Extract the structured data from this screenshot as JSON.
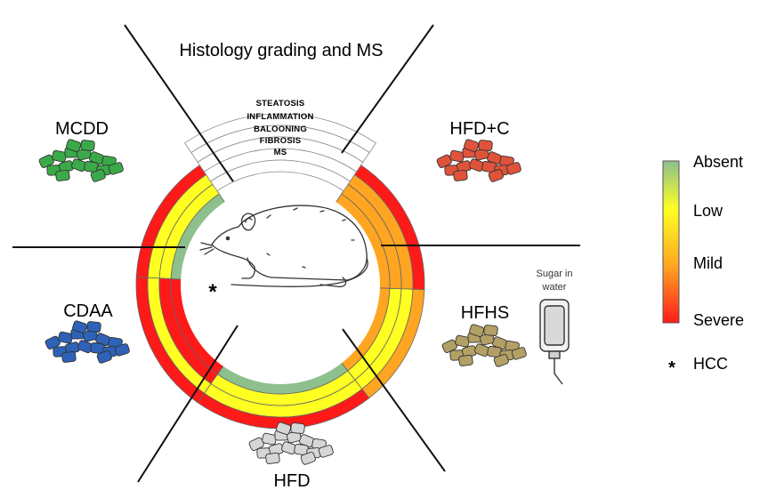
{
  "title": "Histology grading and MS",
  "ring_labels": [
    "STEATOSIS",
    "INFLAMMATION",
    "BALOONING",
    "FIBROSIS",
    "MS"
  ],
  "levels": {
    "Absent": "#8dc08d",
    "Low": "#ffff22",
    "Mild": "#ffa522",
    "Severe": "#ff1a1a"
  },
  "ring_palette": [
    "#ff1a1a",
    "#ffff22",
    "#ffa522",
    "#8dc08d"
  ],
  "models": [
    {
      "name": "MCDD",
      "pellet_color": "#3aaa48",
      "rings": [
        "Severe",
        "Low",
        "Low",
        "Absent",
        "Absent"
      ]
    },
    {
      "name": "HFD+C",
      "pellet_color": "#e0533a",
      "rings": [
        "Severe",
        "Mild",
        "Mild",
        "Mild",
        "Mild"
      ]
    },
    {
      "name": "HFHS",
      "pellet_color": "#b3a065",
      "rings": [
        "Mild",
        "Low",
        "Low",
        "Mild",
        "Severe"
      ]
    },
    {
      "name": "HFD",
      "pellet_color": "#d6d6d6",
      "rings": [
        "Severe",
        "Low",
        "Low",
        "Absent",
        "Mild"
      ]
    },
    {
      "name": "CDAA",
      "pellet_color": "#2e62b8",
      "rings": [
        "Severe",
        "Low",
        "Severe",
        "Severe",
        "Absent"
      ],
      "hcc": true
    }
  ],
  "extras": {
    "sugar_label_1": "Sugar in",
    "sugar_label_2": "water",
    "hcc_mark": "*"
  },
  "legend": {
    "absent": "Absent",
    "low": "Low",
    "mild": "Mild",
    "severe": "Severe",
    "hcc_symbol": "*",
    "hcc_label": "HCC"
  },
  "icons": [
    "rat-illustration",
    "pellet-pile-icon",
    "water-bottle-icon"
  ]
}
